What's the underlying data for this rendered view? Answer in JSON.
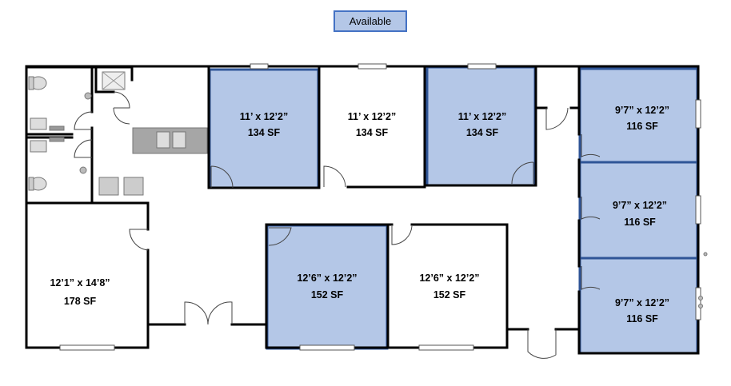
{
  "legend": {
    "label": "Available",
    "fill": "#b4c7e7",
    "border": "#4472c4"
  },
  "colors": {
    "wall": "#000000",
    "available_fill": "#b4c7e7",
    "available_border": "#2f5597"
  },
  "rooms": [
    {
      "id": "room-1",
      "dims": "11’ x 12’2”",
      "area": "134 SF",
      "available": true
    },
    {
      "id": "room-2",
      "dims": "11’ x 12’2”",
      "area": "134 SF",
      "available": false
    },
    {
      "id": "room-3",
      "dims": "11’ x 12’2”",
      "area": "134 SF",
      "available": true
    },
    {
      "id": "room-4",
      "dims": "9’7” x 12’2”",
      "area": "116 SF",
      "available": true
    },
    {
      "id": "room-5",
      "dims": "9’7” x 12’2”",
      "area": "116 SF",
      "available": true
    },
    {
      "id": "room-6",
      "dims": "9’7” x 12’2”",
      "area": "116 SF",
      "available": true
    },
    {
      "id": "room-7",
      "dims": "12’1” x 14’8”",
      "area": "178 SF",
      "available": false
    },
    {
      "id": "room-8",
      "dims": "12’6” x 12’2”",
      "area": "152 SF",
      "available": true
    },
    {
      "id": "room-9",
      "dims": "12’6” x 12’2”",
      "area": "152 SF",
      "available": false
    }
  ]
}
